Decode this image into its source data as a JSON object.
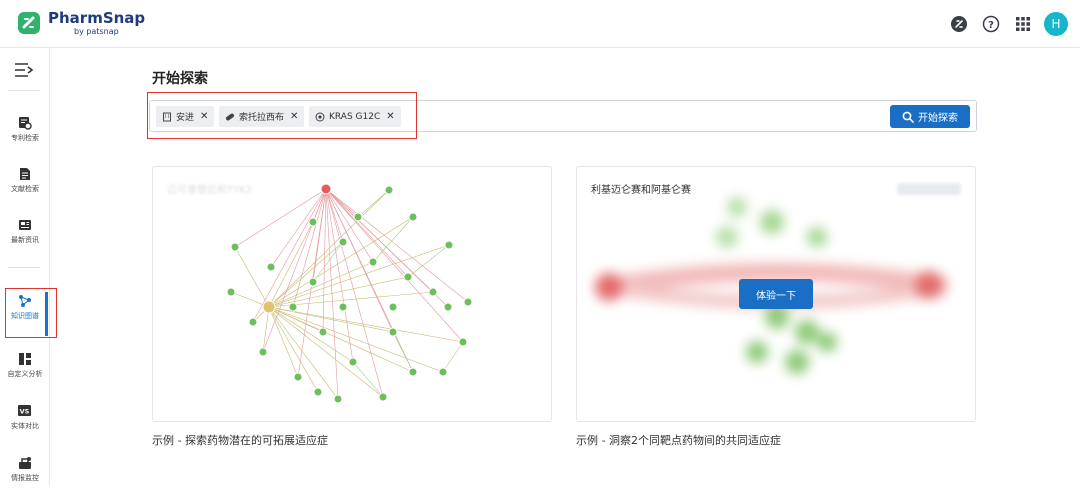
{
  "app": {
    "name": "PharmSnap",
    "sub": "by patsnap",
    "avatar_initial": "H",
    "accent": "#1a6fc4",
    "brand_teal": "#19b6c9"
  },
  "top_icons": [
    "patsnap-icon",
    "help-icon",
    "apps-grid-icon",
    "user-avatar"
  ],
  "sidebar": {
    "items": [
      {
        "label": "专利检索",
        "icon": "patent-search-icon"
      },
      {
        "label": "文献检索",
        "icon": "literature-search-icon"
      },
      {
        "label": "最新资讯",
        "icon": "news-icon"
      },
      {
        "label": "知识图谱",
        "icon": "knowledge-graph-icon"
      },
      {
        "label": "自定义分析",
        "icon": "custom-analysis-icon"
      },
      {
        "label": "实体对比",
        "icon": "entity-compare-icon"
      },
      {
        "label": "情报监控",
        "icon": "monitoring-icon"
      }
    ]
  },
  "main": {
    "title": "开始探索",
    "chips": [
      {
        "label": "安进",
        "icon": "company-icon"
      },
      {
        "label": "索托拉西布",
        "icon": "drug-icon"
      },
      {
        "label": "KRAS G12C",
        "icon": "target-icon"
      }
    ],
    "search_button": "开始探索",
    "cards": [
      {
        "title": "迈可普替尼和TYK2",
        "caption": "示例 - 探索药物潜在的可拓展适应症"
      },
      {
        "title": "利基迈仑赛和阿基仑赛",
        "caption": "示例 - 洞察2个同靶点药物间的共同适应症",
        "button": "体验一下"
      }
    ]
  }
}
